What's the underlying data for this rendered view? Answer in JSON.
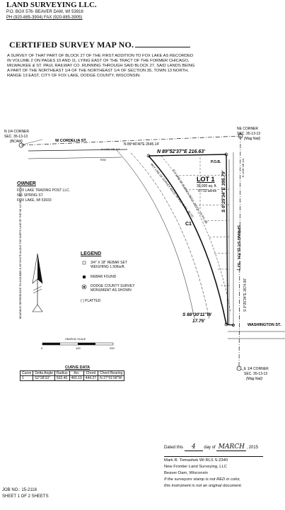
{
  "company": {
    "name": "LAND SURVEYING LLC.",
    "address": "P.O. BOX 576- BEAVER DAM, WI 53916",
    "phone_fax": "PH (920-885-3904) FAX (920-885-3905)"
  },
  "title": "CERTIFIED SURVEY MAP NO.",
  "description": "A SURVEY OF THAT PART OF BLOCK 27 OF THE FIRST ADDITION TO FOX LAKE AS RECORDED IN VOLUME 2 ON PAGES 10 AND 11, LYING EAST OF THE TRACT OF THE FORMER CHICAGO, MILWAUKEE & ST. PAUL RAILWAY CO. RUNNING THROUGH SAID BLOCK 27, SAID LANDS BEING A PART OF THE NORTHEAST 1/4 OF THE NORTHEAST 1/4 OF SECTION 35, TOWN 13 NORTH, RANGE 13 EAST, CITY OF FOX LAKE, DODGE COUNTY, WISCONSIN.",
  "map": {
    "n_corner": [
      "N 1/4 CORNER",
      "SEC. 35-13-13",
      "(BCAM)"
    ],
    "ne_corner": [
      "NE CORNER",
      "SEC. 35-13-13",
      "(Mag Nail)"
    ],
    "e_corner": [
      "E 1/4 CORNER",
      "SEC. 35-13-13",
      "(Mag Nail)"
    ],
    "north_line": "N 89°46'40\"E  2645.14'",
    "bearing_top": "N 89°52'37\"E  216.63'",
    "bearing_east": "S 0°25'34\"E  395.79'",
    "bearing_east2": "S 0°25'34\"E  2674.00'",
    "bearing_bottom": "S 88°30'11\"W",
    "bearing_bottom_dist": "17.75'",
    "street_cordelia": "W CORDELIA ST.",
    "street_spring": "SPRING ST. (S.T.H. \"33\")",
    "street_washington": "WASHINGTON ST.",
    "pob": "P.O.B.",
    "lot_label": "LOT 1",
    "lot_area_sqft": "30,930 sq. ft.",
    "lot_area_acres": "0.710 acres",
    "curve_label": "C1",
    "nline_ne": "N LINE NE 1/4",
    "e_line": "E LINE NE 1/4",
    "rw": "R/W",
    "rail_west": "WLY LINE OF SURVEY RECD. IN VOL. & PG. 38.7/C",
    "rail_east": "ELY LINE OF SURVEY RECD. IN VOL. 20 PG. 38",
    "basis_note": "BEARINGS REFERENCED TO ASSUMED N 89°46'40\"E ALONG THE NORTH LINE OF THE NE 1/4 SEC. 35-13-13"
  },
  "owner": {
    "heading": "OWNER",
    "lines": [
      "FOX LAKE TRADING POST LLC.",
      "501 SPRING ST.",
      "FOX LAKE, WI 53933"
    ]
  },
  "legend": {
    "heading": "LEGEND",
    "items": [
      {
        "text": "3/4\" X 18\" REBAR SET",
        "sub": "WEIGHING 1.50lbs/ft."
      },
      {
        "text": "REBAR FOUND",
        "sub": ""
      },
      {
        "text": "DODGE COUNTY SURVEY",
        "sub": "MONUMENT AS SHOWN"
      },
      {
        "text": "( )  PLATTED",
        "sub": ""
      }
    ]
  },
  "scale": {
    "label": "GRAPHIC SCALE",
    "ticks": [
      "0",
      "100",
      "200"
    ]
  },
  "curve_data": {
    "title": "CURVE DATA",
    "headers": [
      "Curve",
      "Delta Angle",
      "Radius",
      "Arc",
      "Chord",
      "Chord Bearing"
    ],
    "rows": [
      [
        "1",
        "52°28'33\"",
        "502.46",
        "460.19",
        "444.27",
        "N 27°01'08\"W"
      ]
    ]
  },
  "signature": {
    "dated_prefix": "Dated this",
    "day": "4",
    "day_of": "day of",
    "month": "MARCH",
    "year": ", 2015",
    "lines": [
      "Mark R. Tomashek     WI   RLS   S-2340",
      "New Frontier Land Surveying, LLC",
      "Beaver Dam, Wisconsin",
      "If the surveyors stamp is not RED in color,",
      "this instrument is not an original document."
    ]
  },
  "job": {
    "number": "JOB NO.: 15-2118",
    "sheet": "SHEET 1 OF 2 SHEETS"
  }
}
